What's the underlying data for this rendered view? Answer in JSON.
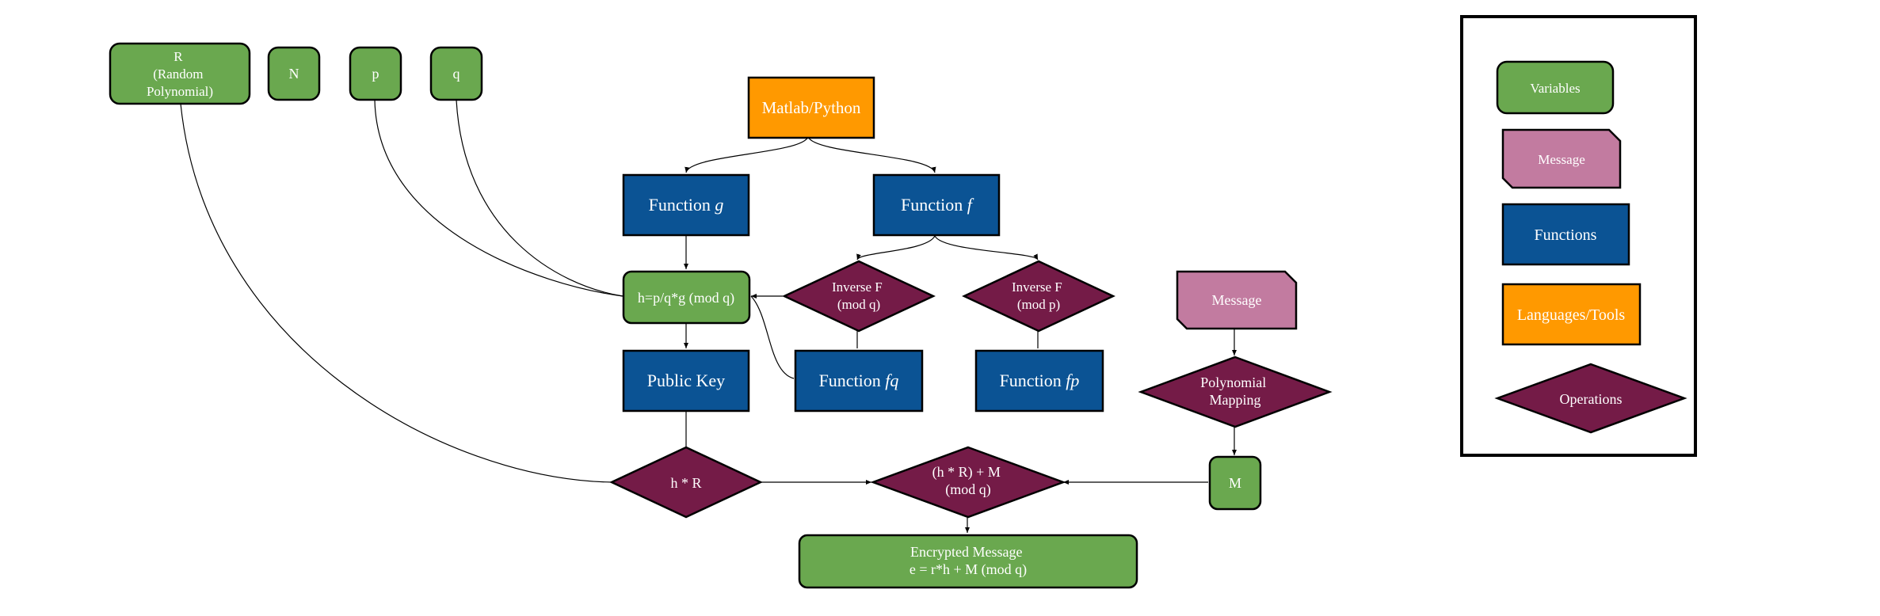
{
  "nodes": {
    "r": [
      "R",
      "(Random",
      "Polynomial)"
    ],
    "n": "N",
    "p": "p",
    "q": "q",
    "matlab": "Matlab/Python",
    "func_g": {
      "prefix": "Function ",
      "var": "g"
    },
    "func_f": {
      "prefix": "Function ",
      "var": "f"
    },
    "h_eq": "h=p/q*g (mod q)",
    "inv_fq": [
      "Inverse F",
      "(mod q)"
    ],
    "inv_fp": [
      "Inverse F",
      "(mod p)"
    ],
    "message": "Message",
    "public_key": "Public Key",
    "func_fq": {
      "prefix": "Function ",
      "var": "fq"
    },
    "func_fp": {
      "prefix": "Function ",
      "var": "fp"
    },
    "poly_map": [
      "Polynomial",
      "Mapping"
    ],
    "hr": "h * R",
    "hrm": [
      "(h * R) + M",
      "(mod q)"
    ],
    "m": "M",
    "encrypted": [
      "Encrypted Message",
      "e = r*h + M (mod q)"
    ]
  },
  "legend": {
    "variables": "Variables",
    "message": "Message",
    "functions": "Functions",
    "languages": "Languages/Tools",
    "operations": "Operations"
  },
  "colors": {
    "variable": "#6aa84f",
    "function": "#0b5394",
    "operation": "#741b47",
    "tool": "#ff9900",
    "message": "#c27ba0"
  }
}
